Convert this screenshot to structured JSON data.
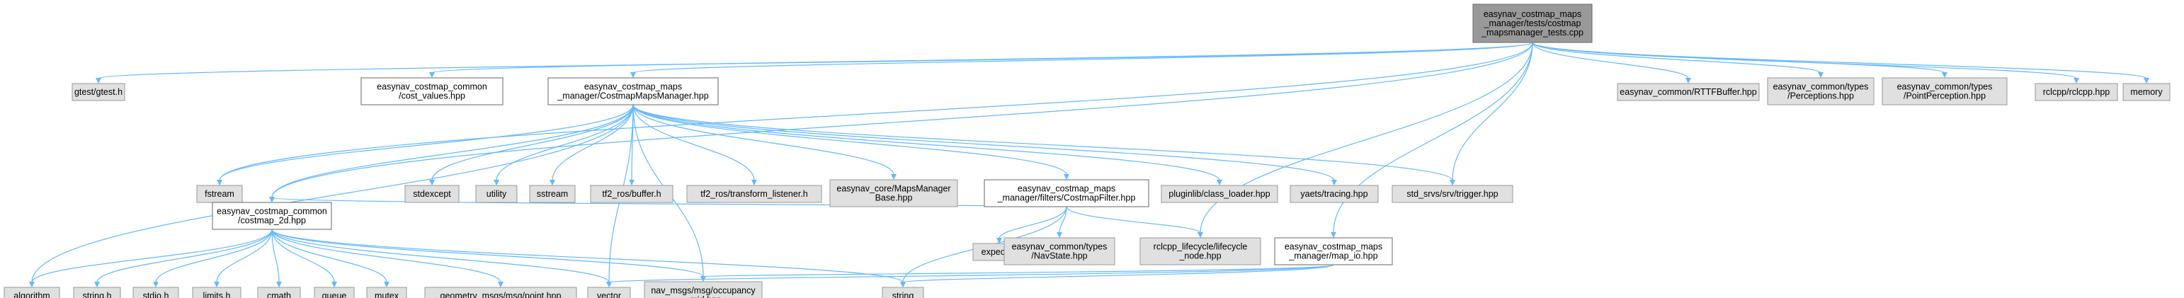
{
  "graph": {
    "root": {
      "label": [
        "easynav_costmap_maps",
        "_manager/tests/costmap",
        "_mapsmanager_tests.cpp"
      ]
    },
    "level1": [
      {
        "id": "gtest",
        "label": [
          "gtest/gtest.h"
        ]
      },
      {
        "id": "costvalues",
        "label": [
          "easynav_costmap_common",
          "/cost_values.hpp"
        ]
      },
      {
        "id": "mapsmanager",
        "label": [
          "easynav_costmap_maps",
          "_manager/CostmapMapsManager.hpp"
        ]
      },
      {
        "id": "rtt",
        "label": [
          "easynav_common/RTTFBuffer.hpp"
        ]
      },
      {
        "id": "perceptions",
        "label": [
          "easynav_common/types",
          "/Perceptions.hpp"
        ]
      },
      {
        "id": "pointperception",
        "label": [
          "easynav_common/types",
          "/PointPerception.hpp"
        ]
      },
      {
        "id": "rclcpp",
        "label": [
          "rclcpp/rclcpp.hpp"
        ]
      },
      {
        "id": "memory",
        "label": [
          "memory"
        ]
      }
    ],
    "level2": [
      {
        "id": "fstream",
        "label": [
          "fstream"
        ]
      },
      {
        "id": "stdexcept",
        "label": [
          "stdexcept"
        ]
      },
      {
        "id": "utility",
        "label": [
          "utility"
        ]
      },
      {
        "id": "sstream",
        "label": [
          "sstream"
        ]
      },
      {
        "id": "tf2buffer",
        "label": [
          "tf2_ros/buffer.h"
        ]
      },
      {
        "id": "tf2listener",
        "label": [
          "tf2_ros/transform_listener.h"
        ]
      },
      {
        "id": "mapsmanagerbase",
        "label": [
          "easynav_core/MapsManager",
          "Base.hpp"
        ]
      },
      {
        "id": "costmapfilter",
        "label": [
          "easynav_costmap_maps",
          "_manager/filters/CostmapFilter.hpp"
        ]
      },
      {
        "id": "classloader",
        "label": [
          "pluginlib/class_loader.hpp"
        ]
      },
      {
        "id": "yaets",
        "label": [
          "yaets/tracing.hpp"
        ]
      },
      {
        "id": "trigger",
        "label": [
          "std_srvs/srv/trigger.hpp"
        ]
      }
    ],
    "level3": [
      {
        "id": "costmap2d",
        "label": [
          "easynav_costmap_common",
          "/costmap_2d.hpp"
        ]
      },
      {
        "id": "expected",
        "label": [
          "expected"
        ]
      },
      {
        "id": "navstate",
        "label": [
          "easynav_common/types",
          "/NavState.hpp"
        ]
      },
      {
        "id": "lifecycle",
        "label": [
          "rclcpp_lifecycle/lifecycle",
          "_node.hpp"
        ]
      },
      {
        "id": "mapio",
        "label": [
          "easynav_costmap_maps",
          "_manager/map_io.hpp"
        ]
      }
    ],
    "level4": [
      {
        "id": "algorithm",
        "label": [
          "algorithm"
        ]
      },
      {
        "id": "stringh",
        "label": [
          "string.h"
        ]
      },
      {
        "id": "stdioh",
        "label": [
          "stdio.h"
        ]
      },
      {
        "id": "limitsh",
        "label": [
          "limits.h"
        ]
      },
      {
        "id": "cmath",
        "label": [
          "cmath"
        ]
      },
      {
        "id": "queue",
        "label": [
          "queue"
        ]
      },
      {
        "id": "mutex",
        "label": [
          "mutex"
        ]
      },
      {
        "id": "point",
        "label": [
          "geometry_msgs/msg/point.hpp"
        ]
      },
      {
        "id": "vector",
        "label": [
          "vector"
        ]
      },
      {
        "id": "occupancy",
        "label": [
          "nav_msgs/msg/occupancy",
          "_grid.hpp"
        ]
      },
      {
        "id": "string",
        "label": [
          "string"
        ]
      }
    ]
  }
}
